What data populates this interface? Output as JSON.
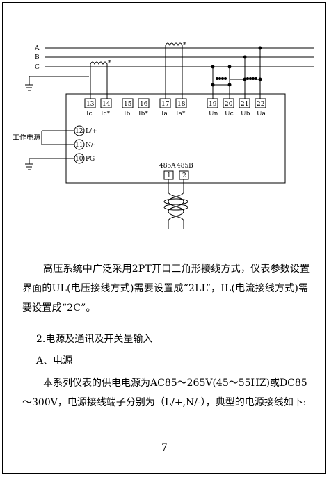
{
  "diagram": {
    "phases": [
      "A",
      "B",
      "C"
    ],
    "terminals_top": [
      {
        "num": "13",
        "label": "Ic"
      },
      {
        "num": "14",
        "label": "Ic*"
      },
      {
        "num": "15",
        "label": "Ib"
      },
      {
        "num": "16",
        "label": "Ib*"
      },
      {
        "num": "17",
        "label": "Ia"
      },
      {
        "num": "18",
        "label": "Ia*"
      },
      {
        "num": "19",
        "label": "Un"
      },
      {
        "num": "20",
        "label": "Uc"
      },
      {
        "num": "21",
        "label": "Ub"
      },
      {
        "num": "22",
        "label": "Ua"
      }
    ],
    "power_label": "工作电源",
    "terminals_left": [
      {
        "num": "12",
        "label": "L/+"
      },
      {
        "num": "11",
        "label": "N/-"
      },
      {
        "num": "10",
        "label": "PG"
      }
    ],
    "comm_labels": [
      "485A",
      "485B"
    ],
    "comm_terminals": [
      "1",
      "2"
    ],
    "star": "*"
  },
  "text": {
    "p1": "高压系统中广泛采用2PT开口三角形接线方式，仪表参数设置界面的UL(电压接线方式)需要设置成“2LL”，IL(电流接线方式)需要设置成“2C”。",
    "p2": "2.电源及通讯及开关量输入",
    "p3": "A、电源",
    "p4": "本系列仪表的供电电源为AC85～265V(45～55HZ)或DC85～300V，电源接线端子分别为（L/+,N/-），典型的电源接线如下:",
    "page": "7"
  }
}
